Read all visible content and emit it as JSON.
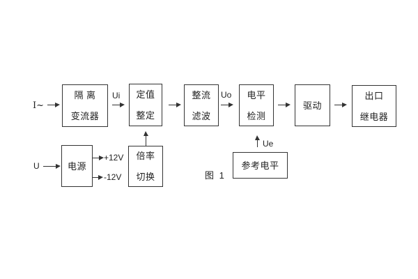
{
  "figure": {
    "caption": "图 1"
  },
  "colors": {
    "line": "#333333",
    "text": "#222222",
    "background": "#ffffff"
  },
  "blocks": {
    "isolation_transformer": {
      "line1": "隔 离",
      "line2": "变流器"
    },
    "setpoint_adjust": {
      "line1": "定值",
      "line2": "整定"
    },
    "rectifier_filter": {
      "line1": "整流",
      "line2": "滤波"
    },
    "level_detector": {
      "line1": "电平",
      "line2": "检测"
    },
    "driver": {
      "line1": "驱动"
    },
    "output_relay": {
      "line1": "出口",
      "line2": "继电器"
    },
    "power_supply": {
      "line1": "电源"
    },
    "ratio_switch": {
      "line1": "倍率",
      "line2": "切换"
    },
    "reference_level": {
      "line1": "参考电平"
    }
  },
  "signals": {
    "input_current": "I~",
    "ui": "Ui",
    "uo": "Uo",
    "ue": "Ue",
    "input_voltage": "U",
    "plus_12v": "+12V",
    "minus_12v": "-12V"
  }
}
